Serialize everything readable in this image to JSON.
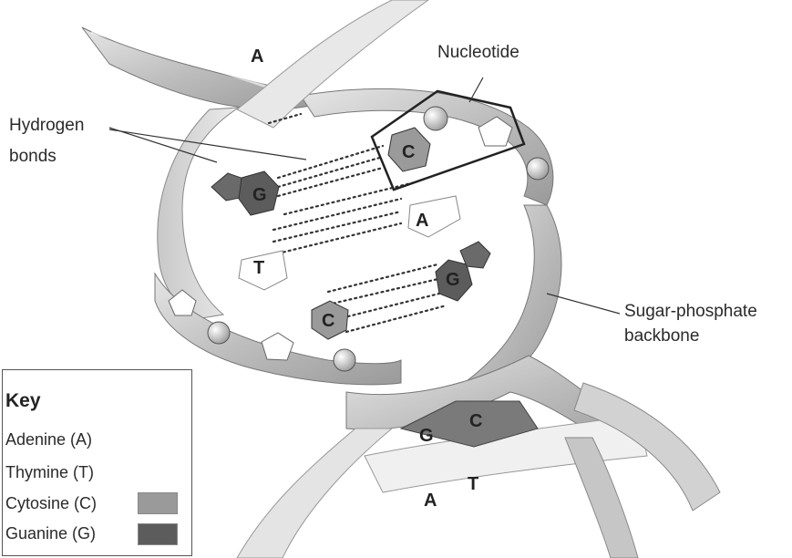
{
  "labels": {
    "nucleotide": "Nucleotide",
    "hydrogen_bonds_1": "Hydrogen",
    "hydrogen_bonds_2": "bonds",
    "backbone_1": "Sugar-phosphate",
    "backbone_2": "backbone"
  },
  "bases": {
    "a_top": "A",
    "c_nucleotide": "C",
    "g_left": "G",
    "a_mid": "A",
    "t_mid": "T",
    "g_right": "G",
    "c_lower": "C",
    "g_bottom": "G",
    "c_bottom": "C",
    "a_bottom": "A",
    "t_bottom": "T"
  },
  "key": {
    "title": "Key",
    "items": [
      {
        "label": "Adenine (A)",
        "color": "#ffffff"
      },
      {
        "label": "Thymine (T)",
        "color": "#ffffff"
      },
      {
        "label": "Cytosine (C)",
        "color": "#9a9a9a"
      },
      {
        "label": "Guanine (G)",
        "color": "#5c5c5c"
      }
    ]
  },
  "colors": {
    "backbone_light": "#d8d8d8",
    "backbone_mid": "#b5b5b5",
    "backbone_dark": "#8a8a8a",
    "cytosine": "#9a9a9a",
    "guanine": "#5c5c5c"
  }
}
